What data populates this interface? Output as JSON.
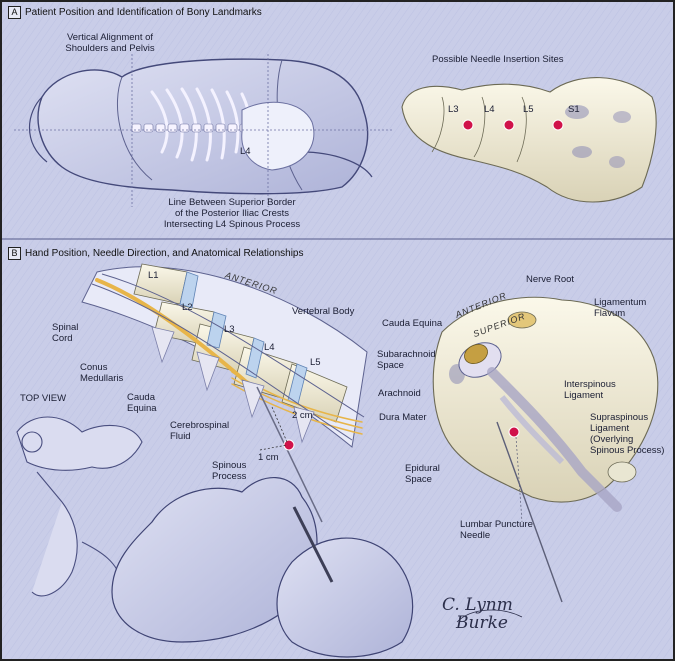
{
  "panel_a": {
    "letter": "A",
    "title": "Patient Position and Identification of Bony Landmarks",
    "vertical_alignment": [
      "Vertical Alignment of",
      "Shoulders and Pelvis"
    ],
    "l4_marker": "L4",
    "iliac_line": [
      "Line Between Superior Border",
      "of the Posterior Iliac Crests",
      "Intersecting L4 Spinous Process"
    ],
    "insertion_sites_title": "Possible Needle Insertion Sites",
    "insertion_sites": [
      "L3",
      "L4",
      "L5",
      "S1"
    ]
  },
  "panel_b": {
    "letter": "B",
    "title": "Hand Position, Needle Direction, and Anatomical Relationships",
    "vertebrae": [
      "L1",
      "L2",
      "L3",
      "L4",
      "L5"
    ],
    "anterior": "ANTERIOR",
    "vertebral_body": "Vertebral Body",
    "spinal_cord": [
      "Spinal",
      "Cord"
    ],
    "conus": [
      "Conus",
      "Medullaris"
    ],
    "cauda_left": [
      "Cauda",
      "Equina"
    ],
    "csf": [
      "Cerebrospinal",
      "Fluid"
    ],
    "spinous_process": [
      "Spinous",
      "Process"
    ],
    "two_cm": "2 cm",
    "one_cm": "1 cm",
    "top_view": "TOP VIEW",
    "right": {
      "anterior": "ANTERIOR",
      "superior": "SUPERIOR",
      "nerve_root": "Nerve Root",
      "ligamentum": [
        "Ligamentum",
        "Flavum"
      ],
      "cauda": "Cauda Equina",
      "subarachnoid": [
        "Subarachnoid",
        "Space"
      ],
      "arachnoid": "Arachnoid",
      "dura": "Dura Mater",
      "interspinous": [
        "Interspinous",
        "Ligament"
      ],
      "supraspinous": [
        "Supraspinous",
        "Ligament",
        "(Overlying",
        "Spinous Process)"
      ],
      "epidural": [
        "Epidural",
        "Space"
      ],
      "needle": [
        "Lumbar Puncture",
        "Needle"
      ]
    },
    "signature": [
      "C. Lynm",
      "Burke"
    ]
  },
  "colors": {
    "background": "#c9cde8",
    "bone": "#f1ecd6",
    "disc": "#bcd3ee",
    "cord": "#e7b54a",
    "marker": "#d0124a",
    "ink": "#1b1e33"
  }
}
